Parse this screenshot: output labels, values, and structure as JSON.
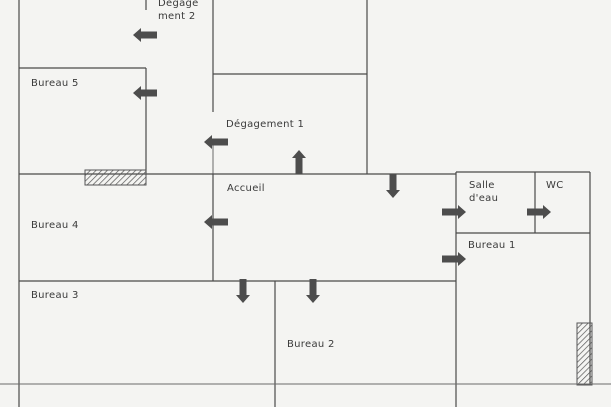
{
  "plan": {
    "rooms": {
      "degagement2": [
        "Dégage",
        "ment 2"
      ],
      "bureau5": "Bureau 5",
      "degagement1": "Dégagement 1",
      "accueil": "Accueil",
      "bureau4": "Bureau 4",
      "salle_deau": [
        "Salle",
        "d'eau"
      ],
      "wc": "WC",
      "bureau1": "Bureau 1",
      "bureau3": "Bureau 3",
      "bureau2": "Bureau 2"
    },
    "colors": {
      "wall": "#4a4a4a",
      "arrow": "#4d4d4d",
      "background": "#f4f4f2",
      "hatch": "#555555"
    },
    "arrows": [
      {
        "name": "arrow-left-degagement2",
        "direction": "left"
      },
      {
        "name": "arrow-left-bureau5",
        "direction": "left"
      },
      {
        "name": "arrow-left-degagement1",
        "direction": "left"
      },
      {
        "name": "arrow-up-accueil",
        "direction": "up"
      },
      {
        "name": "arrow-down-accueil",
        "direction": "down"
      },
      {
        "name": "arrow-left-bureau4",
        "direction": "left"
      },
      {
        "name": "arrow-right-salle-deau",
        "direction": "right"
      },
      {
        "name": "arrow-right-wc",
        "direction": "right"
      },
      {
        "name": "arrow-right-bureau1",
        "direction": "right"
      },
      {
        "name": "arrow-down-bureau3",
        "direction": "down"
      },
      {
        "name": "arrow-down-bureau2",
        "direction": "down"
      }
    ]
  }
}
